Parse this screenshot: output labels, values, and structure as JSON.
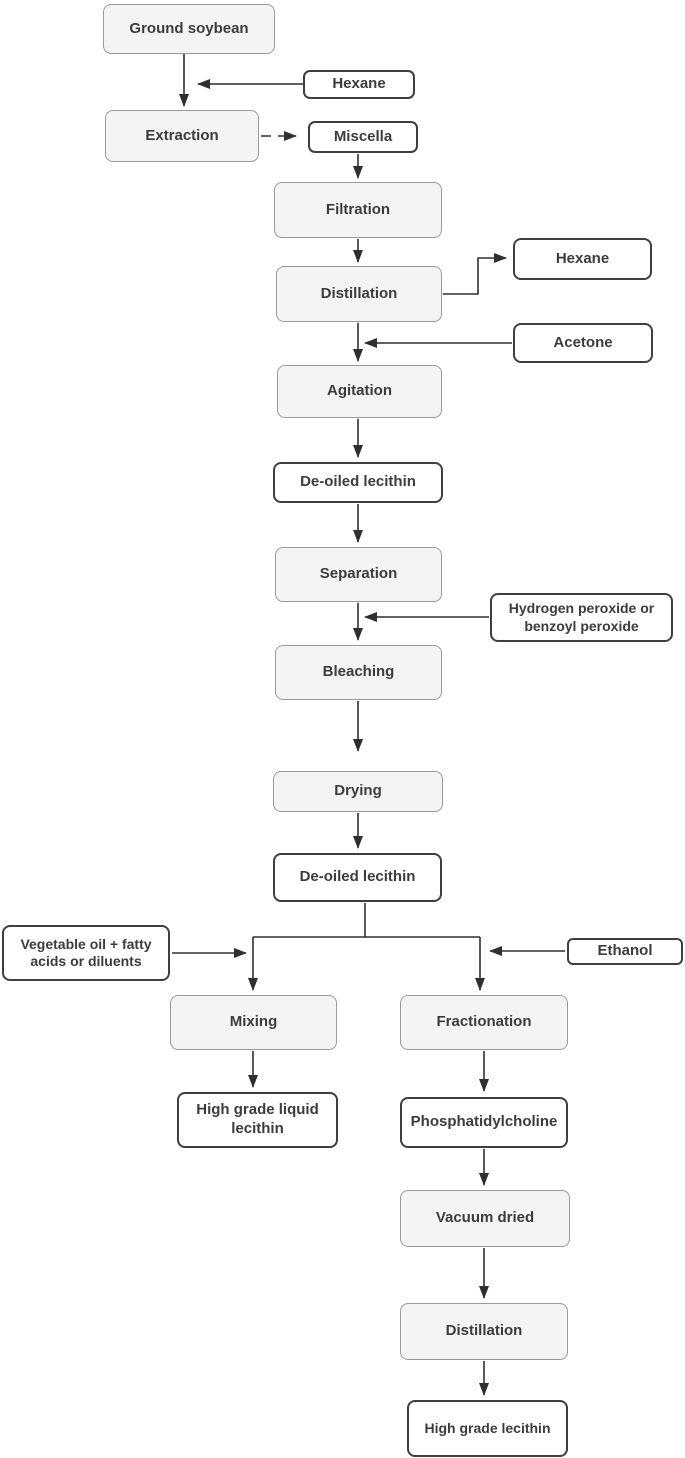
{
  "colors": {
    "process_fill": "#f4f4f4",
    "process_border": "#9a9a9a",
    "material_fill": "#ffffff",
    "material_border": "#3f3f3f",
    "line_color": "#2f2f2f",
    "text_color": "#3c3c3c"
  },
  "nodes": {
    "ground_soybean": {
      "label": "Ground soybean",
      "kind": "process"
    },
    "hexane_input": {
      "label": "Hexane",
      "kind": "material"
    },
    "extraction": {
      "label": "Extraction",
      "kind": "process"
    },
    "miscella": {
      "label": "Miscella",
      "kind": "material"
    },
    "filtration": {
      "label": "Filtration",
      "kind": "process"
    },
    "distillation": {
      "label": "Distillation",
      "kind": "process"
    },
    "hexane_recovered": {
      "label": "Hexane",
      "kind": "material"
    },
    "acetone": {
      "label": "Acetone",
      "kind": "material"
    },
    "agitation": {
      "label": "Agitation",
      "kind": "process"
    },
    "de_oiled_lecithin_1": {
      "label": "De-oiled lecithin",
      "kind": "material"
    },
    "separation": {
      "label": "Separation",
      "kind": "process"
    },
    "hydrogen_peroxide": {
      "label": "Hydrogen peroxide or benzoyl peroxide",
      "kind": "material"
    },
    "bleaching": {
      "label": "Bleaching",
      "kind": "process"
    },
    "drying": {
      "label": "Drying",
      "kind": "process"
    },
    "de_oiled_lecithin_2": {
      "label": "De-oiled lecithin",
      "kind": "material"
    },
    "vegetable_oil": {
      "label": "Vegetable oil + fatty acids or diluents",
      "kind": "material"
    },
    "ethanol": {
      "label": "Ethanol",
      "kind": "material"
    },
    "mixing": {
      "label": "Mixing",
      "kind": "process"
    },
    "fractionation": {
      "label": "Fractionation",
      "kind": "process"
    },
    "high_grade_liquid_lecithin": {
      "label": "High grade liquid lecithin",
      "kind": "material"
    },
    "phosphatidylcholine": {
      "label": "Phosphatidylcholine",
      "kind": "material"
    },
    "vacuum_dried": {
      "label": "Vacuum dried",
      "kind": "process"
    },
    "distillation_2": {
      "label": "Distillation",
      "kind": "process"
    },
    "high_grade_lecithin": {
      "label": "High grade lecithin",
      "kind": "material"
    }
  },
  "edges": [
    {
      "from": "ground_soybean",
      "to": "extraction",
      "style": "solid"
    },
    {
      "from": "hexane_input",
      "to": "extraction",
      "style": "solid"
    },
    {
      "from": "extraction",
      "to": "miscella",
      "style": "dashed"
    },
    {
      "from": "miscella",
      "to": "filtration",
      "style": "solid"
    },
    {
      "from": "filtration",
      "to": "distillation",
      "style": "solid"
    },
    {
      "from": "distillation",
      "to": "hexane_recovered",
      "style": "solid"
    },
    {
      "from": "distillation",
      "to": "agitation",
      "style": "solid"
    },
    {
      "from": "acetone",
      "to": "agitation",
      "style": "solid"
    },
    {
      "from": "agitation",
      "to": "de_oiled_lecithin_1",
      "style": "solid"
    },
    {
      "from": "de_oiled_lecithin_1",
      "to": "separation",
      "style": "solid"
    },
    {
      "from": "separation",
      "to": "bleaching",
      "style": "solid"
    },
    {
      "from": "hydrogen_peroxide",
      "to": "bleaching",
      "style": "solid"
    },
    {
      "from": "bleaching",
      "to": "drying",
      "style": "solid"
    },
    {
      "from": "drying",
      "to": "de_oiled_lecithin_2",
      "style": "solid"
    },
    {
      "from": "de_oiled_lecithin_2",
      "to": "mixing",
      "style": "solid"
    },
    {
      "from": "de_oiled_lecithin_2",
      "to": "fractionation",
      "style": "solid"
    },
    {
      "from": "vegetable_oil",
      "to": "mixing",
      "style": "solid"
    },
    {
      "from": "ethanol",
      "to": "fractionation",
      "style": "solid"
    },
    {
      "from": "mixing",
      "to": "high_grade_liquid_lecithin",
      "style": "solid"
    },
    {
      "from": "fractionation",
      "to": "phosphatidylcholine",
      "style": "solid"
    },
    {
      "from": "phosphatidylcholine",
      "to": "vacuum_dried",
      "style": "solid"
    },
    {
      "from": "vacuum_dried",
      "to": "distillation_2",
      "style": "solid"
    },
    {
      "from": "distillation_2",
      "to": "high_grade_lecithin",
      "style": "solid"
    }
  ]
}
